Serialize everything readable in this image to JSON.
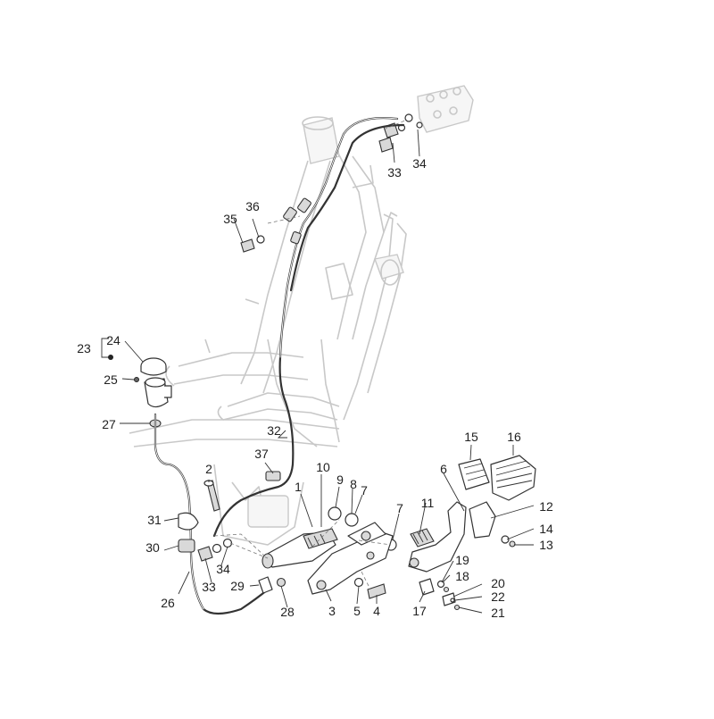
{
  "callouts": [
    {
      "id": "1",
      "label": "1"
    },
    {
      "id": "2",
      "label": "2"
    },
    {
      "id": "3",
      "label": "3"
    },
    {
      "id": "4",
      "label": "4"
    },
    {
      "id": "5",
      "label": "5"
    },
    {
      "id": "6",
      "label": "6"
    },
    {
      "id": "7a",
      "label": "7"
    },
    {
      "id": "7b",
      "label": "7"
    },
    {
      "id": "8",
      "label": "8"
    },
    {
      "id": "9",
      "label": "9"
    },
    {
      "id": "10",
      "label": "10"
    },
    {
      "id": "11",
      "label": "11"
    },
    {
      "id": "12",
      "label": "12"
    },
    {
      "id": "13",
      "label": "13"
    },
    {
      "id": "14",
      "label": "14"
    },
    {
      "id": "15",
      "label": "15"
    },
    {
      "id": "16",
      "label": "16"
    },
    {
      "id": "17",
      "label": "17"
    },
    {
      "id": "18",
      "label": "18"
    },
    {
      "id": "19",
      "label": "19"
    },
    {
      "id": "20",
      "label": "20"
    },
    {
      "id": "21",
      "label": "21"
    },
    {
      "id": "22",
      "label": "22"
    },
    {
      "id": "23",
      "label": "23"
    },
    {
      "id": "24",
      "label": "24"
    },
    {
      "id": "25",
      "label": "25"
    },
    {
      "id": "26",
      "label": "26"
    },
    {
      "id": "27",
      "label": "27"
    },
    {
      "id": "28",
      "label": "28"
    },
    {
      "id": "29",
      "label": "29"
    },
    {
      "id": "30",
      "label": "30"
    },
    {
      "id": "31",
      "label": "31"
    },
    {
      "id": "32",
      "label": "32"
    },
    {
      "id": "33a",
      "label": "33"
    },
    {
      "id": "33b",
      "label": "33"
    },
    {
      "id": "34a",
      "label": "34"
    },
    {
      "id": "34b",
      "label": "34"
    },
    {
      "id": "35",
      "label": "35"
    },
    {
      "id": "36",
      "label": "36"
    },
    {
      "id": "37",
      "label": "37"
    }
  ],
  "colors": {
    "frame_line": "#c8c8c8",
    "part_line": "#333333",
    "label_text": "#222222",
    "background": "#ffffff"
  }
}
